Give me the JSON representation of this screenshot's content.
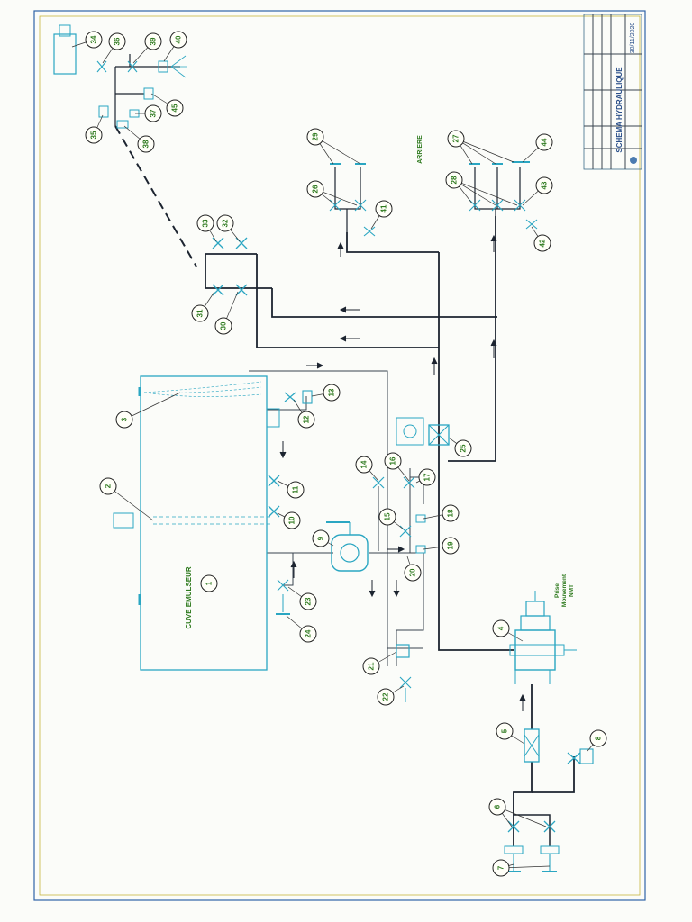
{
  "tank_label": "CUVE EMULSEUR",
  "rear_label": "ARRIERE",
  "pto_label_line1": "Prise",
  "pto_label_line2": "Mouvement",
  "pto_label_line3": "NMT",
  "title_block": {
    "title": "SCHEMA HYDRAULIQUE",
    "date": "30/11/2020"
  },
  "callouts": [
    "1",
    "2",
    "3",
    "4",
    "5",
    "6",
    "7",
    "8",
    "9",
    "10",
    "11",
    "12",
    "13",
    "14",
    "15",
    "16",
    "17",
    "18",
    "19",
    "20",
    "21",
    "22",
    "23",
    "24",
    "25",
    "26",
    "27",
    "28",
    "29",
    "30",
    "31",
    "32",
    "33",
    "34",
    "35",
    "36",
    "37",
    "38",
    "39",
    "40",
    "41",
    "42",
    "43",
    "44",
    "45"
  ],
  "colors": {
    "border": "#2f63a8",
    "border_inner": "#c7b53d",
    "pipe": "#1c2430",
    "component": "#2aa6c2",
    "label": "#2e7a1e"
  }
}
